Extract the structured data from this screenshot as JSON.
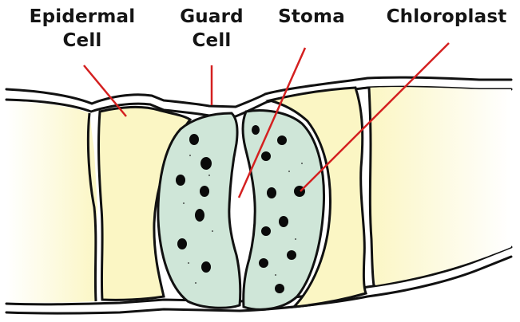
{
  "labels": {
    "epidermal_line1": "Epidermal",
    "epidermal_line2": "Cell",
    "guard_line1": "Guard",
    "guard_line2": "Cell",
    "stoma": "Stoma",
    "chloroplast": "Chloroplast"
  },
  "colors": {
    "epidermal_fill": "#fbf6c4",
    "guard_fill": "#cfe6d8",
    "outline": "#111111",
    "leader_line": "#d42020",
    "chloroplast": "#0a0a0a"
  }
}
